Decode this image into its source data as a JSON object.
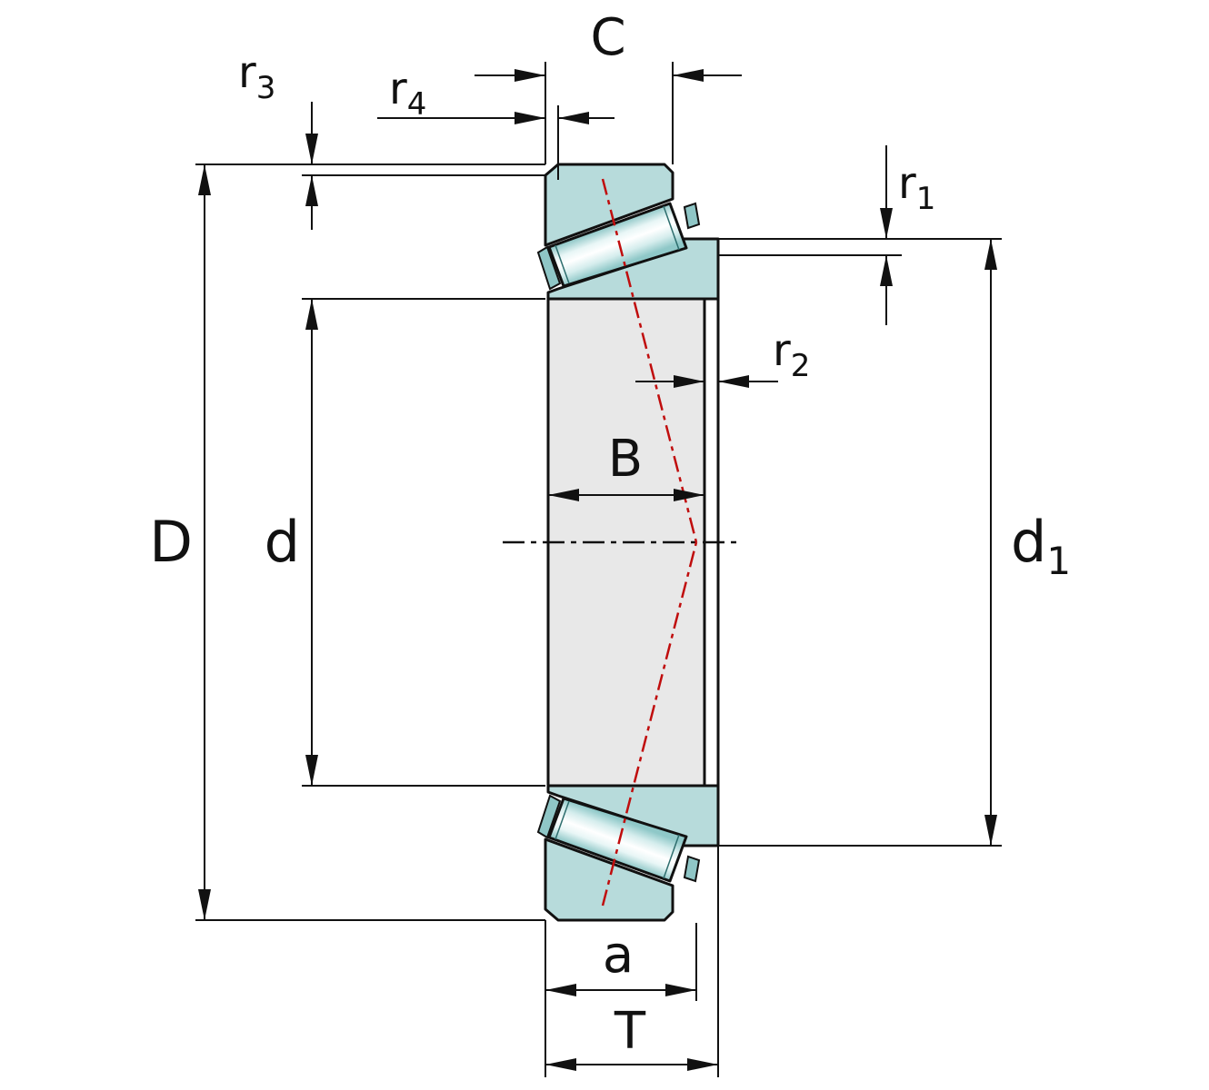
{
  "diagram": {
    "labels": {
      "D": "D",
      "d": "d",
      "B": "B",
      "C": "C",
      "T": "T",
      "a": "a",
      "d1": {
        "base": "d",
        "sub": "1"
      },
      "r1": {
        "base": "r",
        "sub": "1"
      },
      "r2": {
        "base": "r",
        "sub": "2"
      },
      "r3": {
        "base": "r",
        "sub": "3"
      },
      "r4": {
        "base": "r",
        "sub": "4"
      }
    },
    "colors": {
      "ring_fill": "#b7dbdb",
      "cage_fill": "#8fc6c6",
      "section_fill": "#e8e8e8",
      "outline": "#111111",
      "pressure_line": "#c00d0d",
      "background": "#ffffff"
    }
  }
}
